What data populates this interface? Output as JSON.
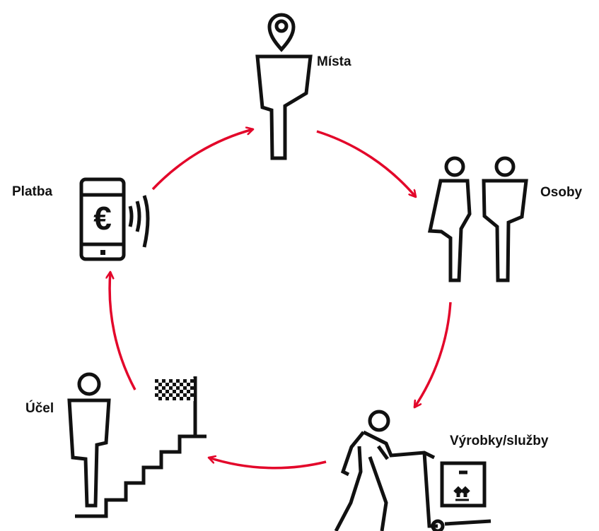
{
  "colors": {
    "accent": "#e3062a",
    "ink": "#111111"
  },
  "nodes": [
    {
      "id": "mista",
      "label": "Místa",
      "icon": "person-pin-icon"
    },
    {
      "id": "osoby",
      "label": "Osoby",
      "icon": "two-people-icon"
    },
    {
      "id": "vyrobky",
      "label": "Výrobky/služby",
      "icon": "person-pushing-cart-icon"
    },
    {
      "id": "ucel",
      "label": "Účel",
      "icon": "person-stairs-flag-icon"
    },
    {
      "id": "platba",
      "label": "Platba",
      "icon": "phone-euro-payment-icon"
    }
  ],
  "euro_symbol": "€"
}
